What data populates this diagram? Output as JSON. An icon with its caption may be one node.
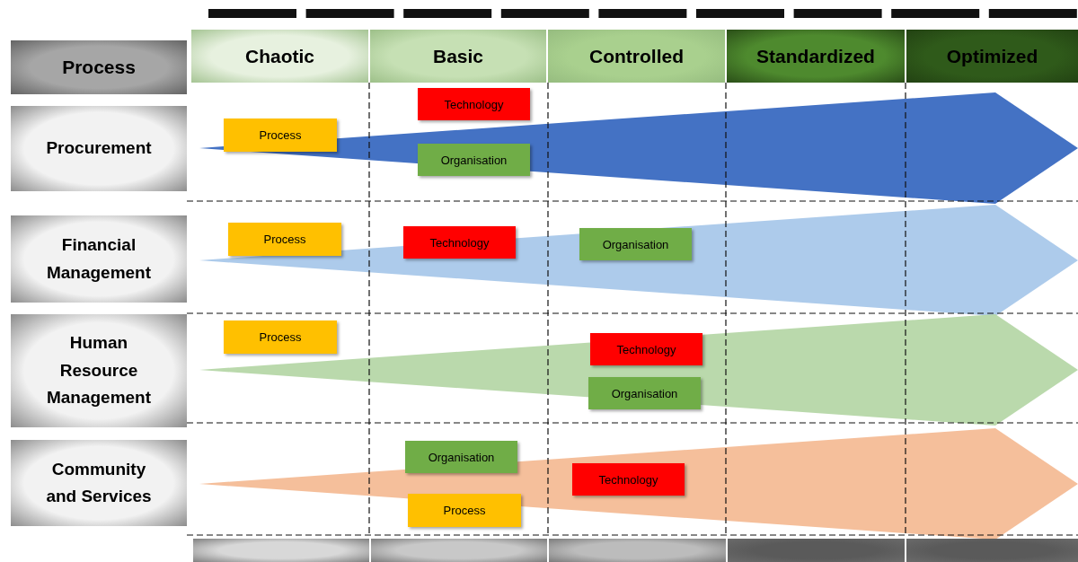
{
  "diagram": {
    "nodes": [
      {
        "text": [
          "Process"
        ]
      },
      {
        "text": [
          "Chaotic"
        ]
      },
      {
        "text": [
          "Basic"
        ]
      },
      {
        "text": [
          "Controlled"
        ]
      },
      {
        "text": [
          "Standardized"
        ]
      },
      {
        "text": [
          "Optimized"
        ]
      },
      {
        "text": [
          "Procurement"
        ]
      },
      {
        "text": [
          "Technology"
        ]
      },
      {
        "text": [
          "Process"
        ]
      },
      {
        "text": [
          "Organisation"
        ]
      },
      {
        "text": [
          "Financial Management"
        ]
      },
      {
        "text": [
          "Process"
        ]
      },
      {
        "text": [
          "Technology"
        ]
      },
      {
        "text": [
          "Organisation"
        ]
      },
      {
        "text": [
          "Human Resource Management"
        ]
      },
      {
        "text": [
          "Process"
        ]
      },
      {
        "text": [
          "Technology"
        ]
      },
      {
        "text": [
          "Organisation"
        ]
      },
      {
        "text": [
          "Community and Services"
        ]
      },
      {
        "text": [
          "Organisation"
        ]
      },
      {
        "text": [
          "Technology"
        ]
      },
      {
        "text": [
          "Process"
        ]
      }
    ]
  }
}
